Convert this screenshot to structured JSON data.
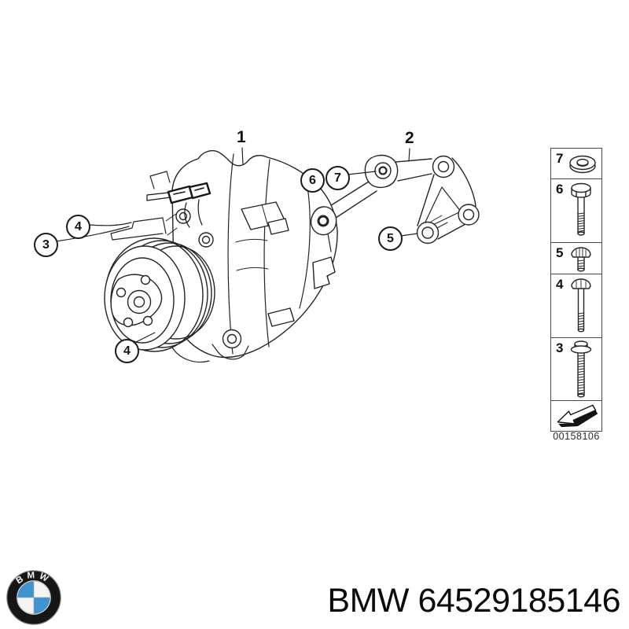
{
  "page": {
    "background": "#ffffff"
  },
  "diagram": {
    "description": "AC compressor with mounting bracket exploded line drawing",
    "callouts": {
      "c1": {
        "label": "1",
        "style": "plain"
      },
      "c2": {
        "label": "2",
        "style": "plain"
      },
      "c3": {
        "label": "3",
        "style": "circled"
      },
      "c4a": {
        "label": "4",
        "style": "circled"
      },
      "c4b": {
        "label": "4",
        "style": "circled"
      },
      "c5": {
        "label": "5",
        "style": "circled"
      },
      "c6": {
        "label": "6",
        "style": "circled"
      },
      "c7": {
        "label": "7",
        "style": "circled"
      }
    }
  },
  "legend": {
    "items": [
      {
        "label": "7",
        "icon": "washer-icon"
      },
      {
        "label": "6",
        "icon": "hex-bolt-icon"
      },
      {
        "label": "5",
        "icon": "short-bolt-icon"
      },
      {
        "label": "4",
        "icon": "long-bolt-icon"
      },
      {
        "label": "3",
        "icon": "flanged-bolt-icon"
      }
    ],
    "footnote_code": "00158106"
  },
  "footer": {
    "logo_letters": "BMW",
    "caption": "BMW 64529185146"
  },
  "colors": {
    "line": "#242424",
    "bmw_blue": "#3f93cf",
    "black": "#141414",
    "white": "#ffffff"
  }
}
